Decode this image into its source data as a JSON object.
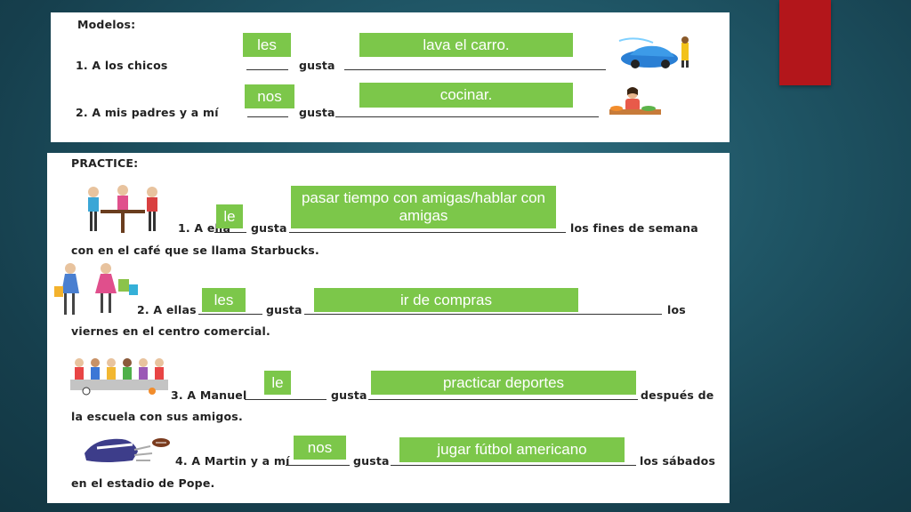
{
  "models": {
    "heading": "Modelos:",
    "item1": {
      "prefix": "1.  A los chicos",
      "verb": "gusta",
      "answer_pronoun": "les",
      "answer_phrase": "lava el carro.",
      "clipart_icon": "car-wash-clipart"
    },
    "item2": {
      "prefix": "2.  A mis padres y a mí",
      "verb": "gusta",
      "answer_pronoun": "nos",
      "answer_phrase": "cocinar.",
      "clipart_icon": "cooking-woman-clipart"
    }
  },
  "practice": {
    "heading": "PRACTICE:",
    "items": [
      {
        "prefix": "1. A ella",
        "verb": "gusta",
        "suffix": "los fines de semana",
        "line2": "con en el café que se llama Starbucks.",
        "answer_pronoun": "le",
        "answer_phrase": "pasar tiempo con amigas/hablar con amigas",
        "clipart_icon": "cafe-friends-clipart"
      },
      {
        "prefix": "2. A ellas",
        "verb": "gusta",
        "suffix": "los",
        "line2": "viernes en el centro comercial.",
        "answer_pronoun": "les",
        "answer_phrase": "ir de compras",
        "clipart_icon": "shopping-girls-clipart"
      },
      {
        "prefix": "3. A Manuel",
        "verb": "gusta",
        "suffix": "después de",
        "line2": "la escuela con sus amigos.",
        "answer_pronoun": "le",
        "answer_phrase": "practicar deportes",
        "clipart_icon": "sports-kids-clipart"
      },
      {
        "prefix": "4. A Martin y a mí",
        "verb": "gusta",
        "suffix": "los sábados",
        "line2": "en el estadio de Pope.",
        "answer_pronoun": "nos",
        "answer_phrase": "jugar fútbol americano",
        "clipart_icon": "football-helmet-clipart"
      }
    ]
  },
  "colors": {
    "answer_box": "#7cc74a",
    "accent_bar": "#b3161b",
    "background": "#1f5565"
  }
}
